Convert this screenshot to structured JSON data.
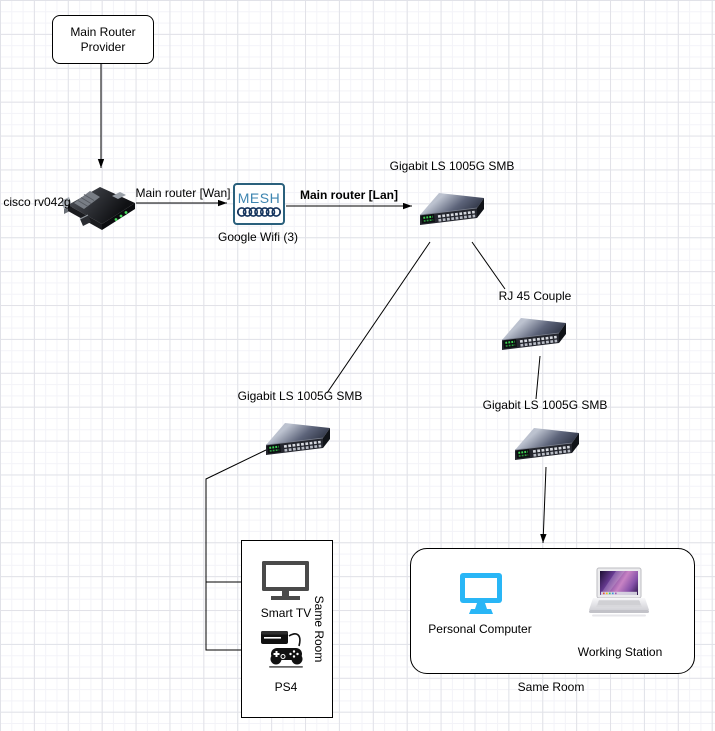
{
  "diagram": {
    "provider": {
      "line1": "Main Router",
      "line2": "Provider"
    },
    "router": {
      "label": "cisco rv042g"
    },
    "wan_edge": {
      "label": "Main router [Wan]"
    },
    "mesh": {
      "title": "MESH",
      "caption": "Google Wifi (3)"
    },
    "lan_edge": {
      "label": "Main router [Lan]"
    },
    "main_switch": {
      "label": "Gigabit LS 1005G SMB"
    },
    "rj45_switch": {
      "label": "RJ 45 Couple"
    },
    "left_switch": {
      "label": "Gigabit LS 1005G SMB"
    },
    "right_switch": {
      "label": "Gigabit LS 1005G SMB"
    },
    "tv": {
      "label": "Smart TV"
    },
    "ps4": {
      "label": "PS4"
    },
    "left_room": {
      "side_label": "Same Room"
    },
    "pc": {
      "label": "Personal Computer"
    },
    "workstation": {
      "label": "Working Station"
    },
    "right_room": {
      "caption": "Same Room"
    }
  },
  "colors": {
    "edge": "#000000",
    "mesh_border": "#2a607c",
    "mesh_text": "#3d85b0",
    "mesh_coil": "#16355e",
    "pc_icon": "#29b6f6",
    "tv_icon": "#4a4a4a",
    "led_green": "#3fd453"
  }
}
